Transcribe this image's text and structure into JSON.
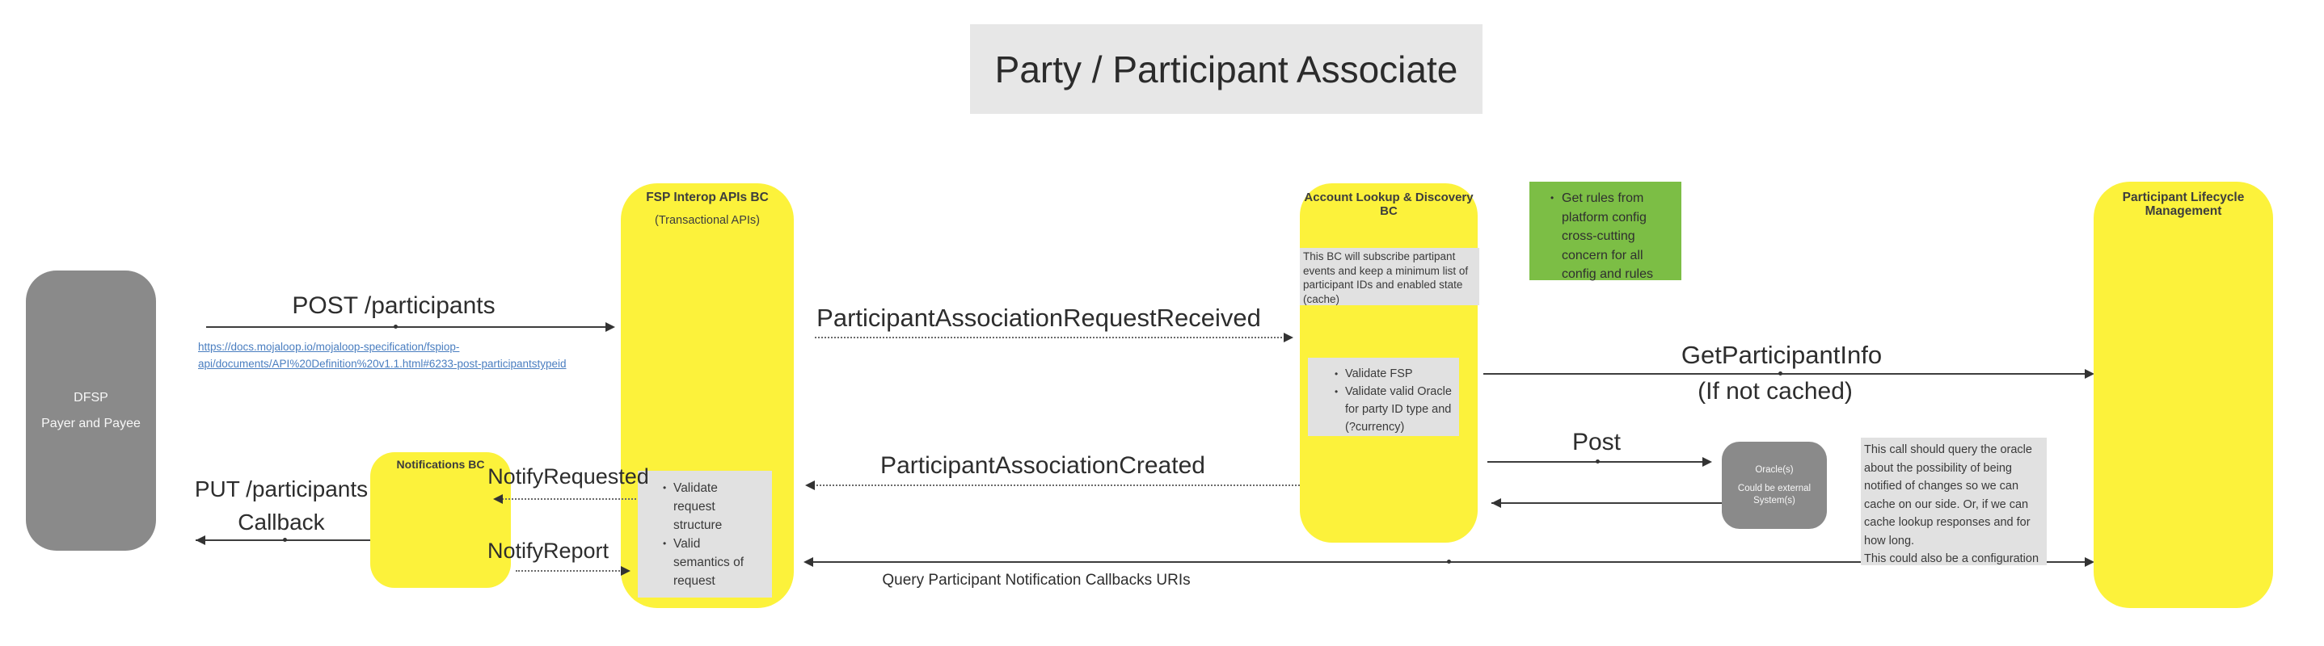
{
  "title": "Party / Participant Associate",
  "colors": {
    "sticky_yellow": "#FCF23B",
    "shape_gray": "#8A8A8A",
    "note_gray": "#E1E1E1",
    "note_green": "#7CBE45",
    "title_bg": "#E7E7E7",
    "link_blue": "#4A7EC0",
    "arrow": "#3D3D3D"
  },
  "actors": {
    "dfsp": {
      "line1": "DFSP",
      "line2": "Payer and Payee"
    },
    "notifications": {
      "label": "Notifications BC"
    },
    "fsp_interop": {
      "label": "FSP Interop APIs BC",
      "sublabel": "(Transactional APIs)"
    },
    "account_lookup": {
      "label_line1": "Account Lookup & Discovery",
      "label_line2": "BC"
    },
    "oracle": {
      "line1": "Oracle(s)",
      "line2": "Could be external",
      "line3": "System(s)"
    },
    "participant_lifecycle": {
      "label_line1": "Participant Lifecycle",
      "label_line2": "Management"
    }
  },
  "notes": {
    "fsp_validate": {
      "items": [
        "Validate request structure",
        "Valid semantics of request"
      ]
    },
    "ald_subscribe": {
      "text": "This BC will subscribe partipant events and keep a minimum list of participant IDs and enabled state (cache)"
    },
    "ald_validate": {
      "items": [
        "Validate FSP",
        "Validate valid Oracle for party ID type and (?currency)"
      ]
    },
    "platform_rules": {
      "items": [
        "Get rules from platform config cross-cutting concern for all config and rules"
      ]
    },
    "oracle_caching": {
      "para1": "This call should query the oracle about the possibility of being notified of changes so we can cache on our side. Or, if we can cache lookup responses and for how long.",
      "para2": "This could also be a configuration"
    }
  },
  "messages": {
    "post_participants": {
      "label": "POST /participants",
      "link_line1": "https://docs.mojaloop.io/mojaloop-specification/fspiop-",
      "link_line2": "api/documents/API%20Definition%20v1.1.html#6233-post-participantstypeid"
    },
    "put_callback": {
      "line1": "PUT /participants",
      "line2": "Callback"
    },
    "notify_requested": {
      "label": "NotifyRequested"
    },
    "notify_report": {
      "label": "NotifyReport"
    },
    "assoc_request_received": {
      "label": "ParticipantAssociationRequestReceived"
    },
    "assoc_created": {
      "label": "ParticipantAssociationCreated"
    },
    "get_participant_info": {
      "line1": "GetParticipantInfo",
      "line2": "(If not cached)"
    },
    "post_oracle": {
      "label": "Post"
    },
    "query_callbacks": {
      "label": "Query Participant Notification Callbacks URIs"
    }
  }
}
